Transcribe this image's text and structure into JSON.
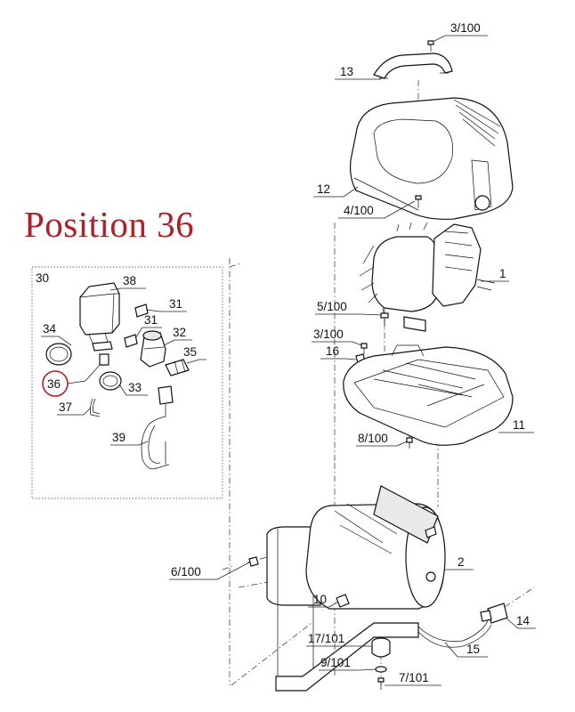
{
  "title": "Position 36",
  "highlight_color": "#b71c24",
  "callouts": [
    {
      "id": "c-3-100-top",
      "text": "3/100"
    },
    {
      "id": "c-13",
      "text": "13"
    },
    {
      "id": "c-12",
      "text": "12"
    },
    {
      "id": "c-4-100",
      "text": "4/100"
    },
    {
      "id": "c-1",
      "text": "1"
    },
    {
      "id": "c-5-100",
      "text": "5/100"
    },
    {
      "id": "c-3-100-mid",
      "text": "3/100"
    },
    {
      "id": "c-16",
      "text": "16"
    },
    {
      "id": "c-11",
      "text": "11"
    },
    {
      "id": "c-8-100",
      "text": "8/100"
    },
    {
      "id": "c-2",
      "text": "2"
    },
    {
      "id": "c-6-100",
      "text": "6/100"
    },
    {
      "id": "c-10",
      "text": "10"
    },
    {
      "id": "c-14",
      "text": "14"
    },
    {
      "id": "c-15",
      "text": "15"
    },
    {
      "id": "c-17-101",
      "text": "17/101"
    },
    {
      "id": "c-9-101",
      "text": "9/101"
    },
    {
      "id": "c-7-101",
      "text": "7/101"
    },
    {
      "id": "c-30",
      "text": "30"
    },
    {
      "id": "c-38",
      "text": "38"
    },
    {
      "id": "c-31a",
      "text": "31"
    },
    {
      "id": "c-31b",
      "text": "31"
    },
    {
      "id": "c-32",
      "text": "32"
    },
    {
      "id": "c-34",
      "text": "34"
    },
    {
      "id": "c-35",
      "text": "35"
    },
    {
      "id": "c-36",
      "text": "36"
    },
    {
      "id": "c-33",
      "text": "33"
    },
    {
      "id": "c-37",
      "text": "37"
    },
    {
      "id": "c-39",
      "text": "39"
    }
  ]
}
